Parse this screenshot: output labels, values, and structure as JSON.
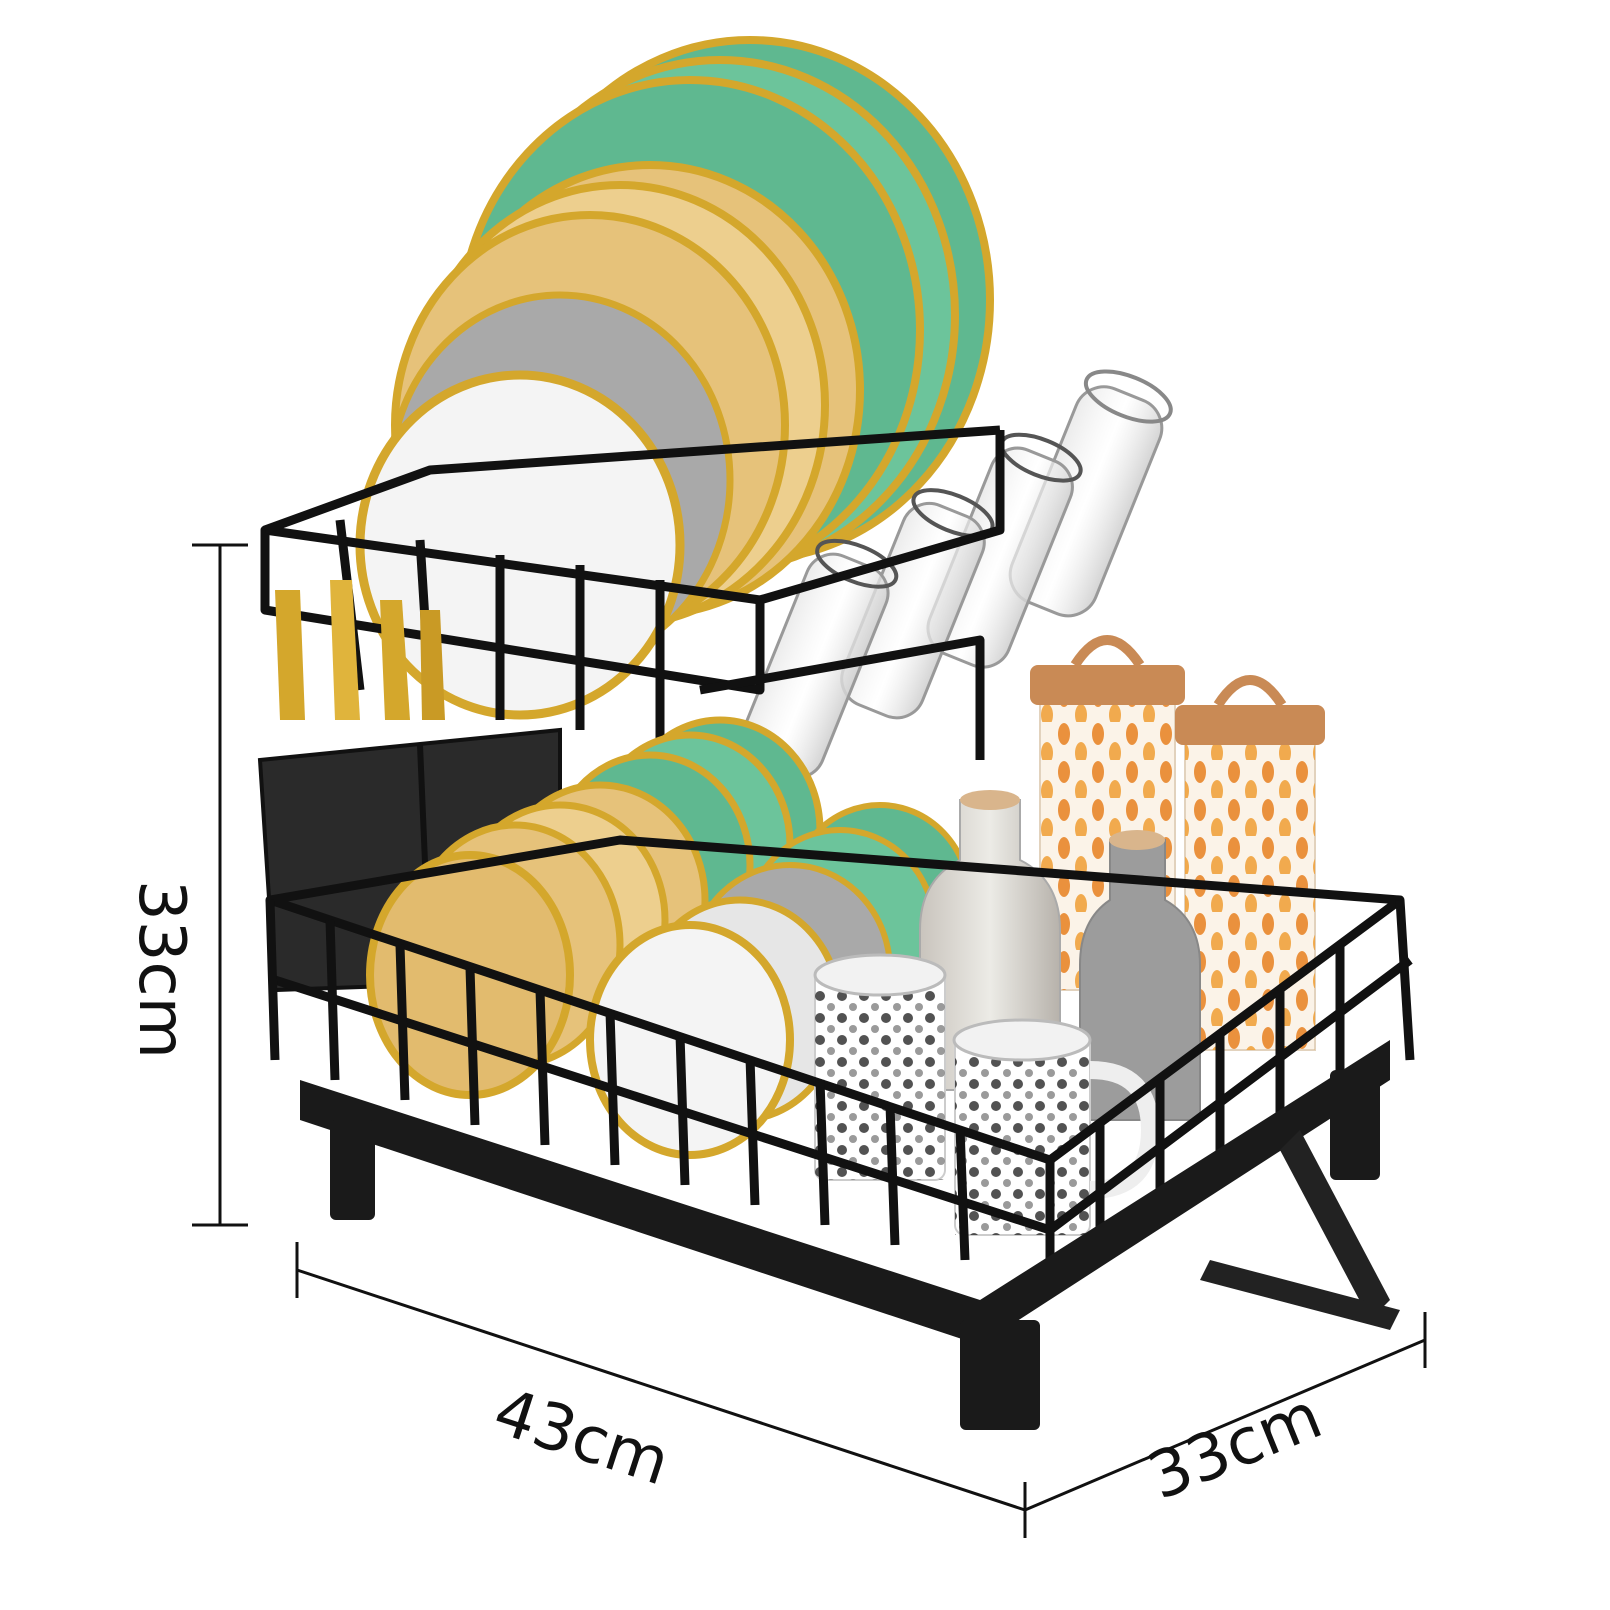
{
  "dimensions": {
    "height": "33cm",
    "width": "43cm",
    "depth": "33cm"
  },
  "colors": {
    "rack": "#111111",
    "gold_rim": "#d4a72c",
    "plate_green": "#5fb890",
    "plate_yellow": "#e6c27a",
    "plate_white": "#f4f4f4",
    "plate_gray": "#a9a9a9",
    "canister_lid": "#c98a55",
    "canister_dots": "#e8862a",
    "bottle": "#b8b8b8",
    "background": "#ffffff"
  }
}
